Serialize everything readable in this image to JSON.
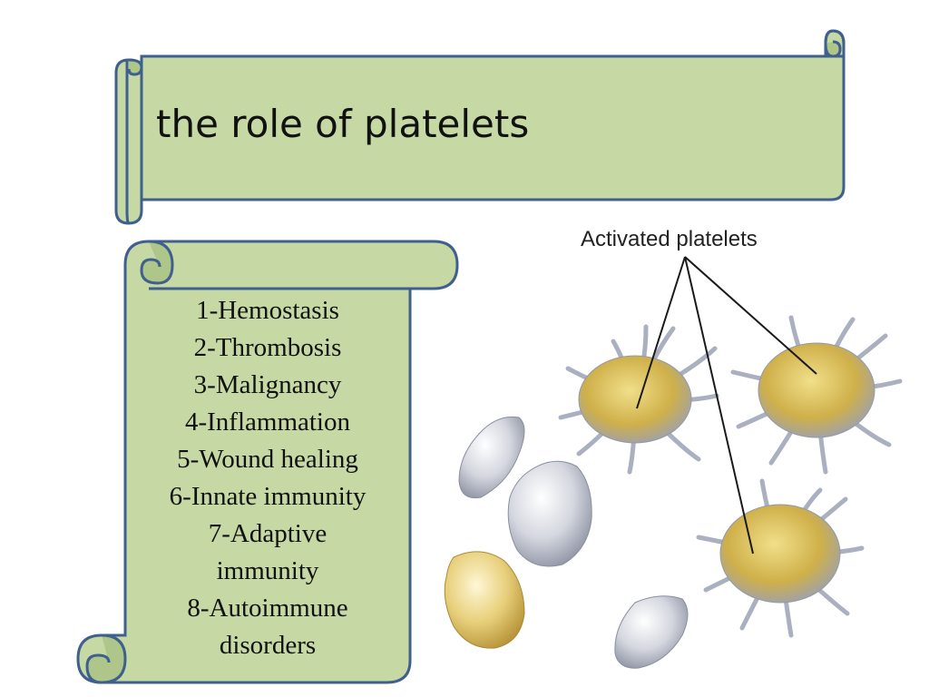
{
  "title": "the role of platelets",
  "roles": [
    "1-Hemostasis",
    "2-Thrombosis",
    "3-Malignancy",
    "4-Inflammation",
    "5-Wound healing",
    "6-Innate immunity",
    "7-Adaptive",
    "immunity",
    "8-Autoimmune",
    "disorders"
  ],
  "illustration": {
    "label": "Activated platelets"
  },
  "colors": {
    "scroll_fill": "#c6d9a5",
    "scroll_fill_light": "#d6e5bd",
    "scroll_border": "#3f5f8c",
    "platelet_gold": "#d8b54a",
    "platelet_silver": "#c9ccd6"
  }
}
